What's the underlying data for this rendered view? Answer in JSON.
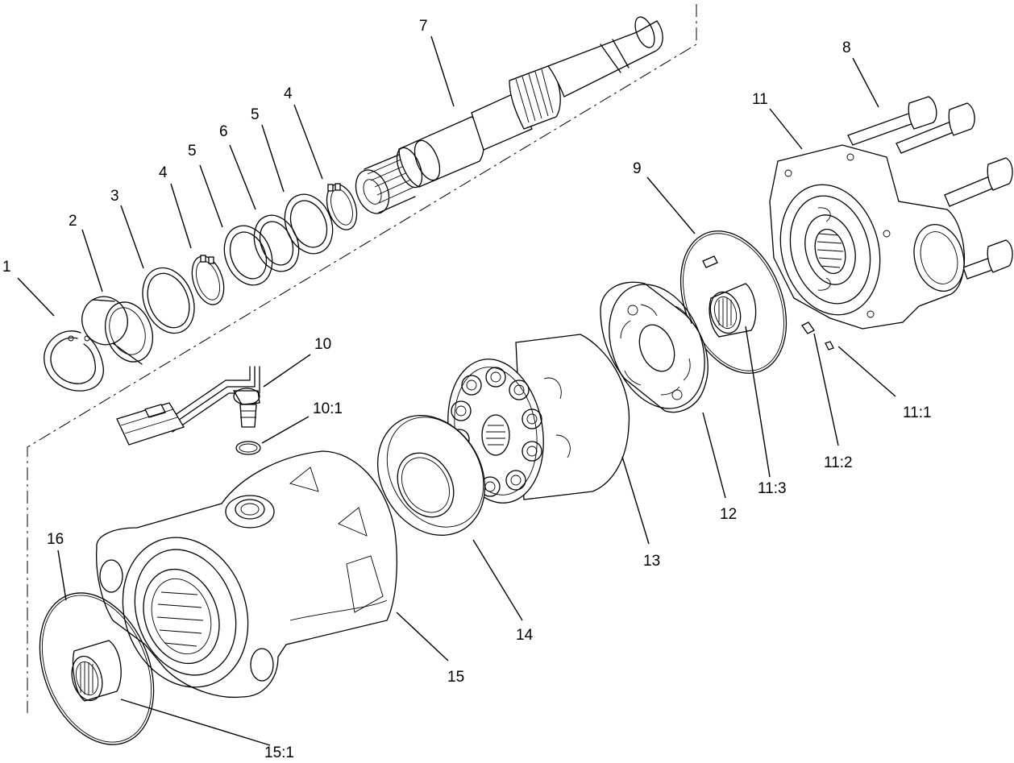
{
  "callouts": [
    {
      "id": "c1",
      "text": "1"
    },
    {
      "id": "c2",
      "text": "2"
    },
    {
      "id": "c3",
      "text": "3"
    },
    {
      "id": "c4a",
      "text": "4"
    },
    {
      "id": "c5a",
      "text": "5"
    },
    {
      "id": "c6",
      "text": "6"
    },
    {
      "id": "c5b",
      "text": "5"
    },
    {
      "id": "c4b",
      "text": "4"
    },
    {
      "id": "c7",
      "text": "7"
    },
    {
      "id": "c8",
      "text": "8"
    },
    {
      "id": "c9",
      "text": "9"
    },
    {
      "id": "c10",
      "text": "10"
    },
    {
      "id": "c10_1",
      "text": "10:1"
    },
    {
      "id": "c11",
      "text": "11"
    },
    {
      "id": "c11_1",
      "text": "11:1"
    },
    {
      "id": "c11_2",
      "text": "11:2"
    },
    {
      "id": "c11_3",
      "text": "11:3"
    },
    {
      "id": "c12",
      "text": "12"
    },
    {
      "id": "c13",
      "text": "13"
    },
    {
      "id": "c14",
      "text": "14"
    },
    {
      "id": "c15",
      "text": "15"
    },
    {
      "id": "c15_1",
      "text": "15:1"
    },
    {
      "id": "c16",
      "text": "16"
    }
  ]
}
